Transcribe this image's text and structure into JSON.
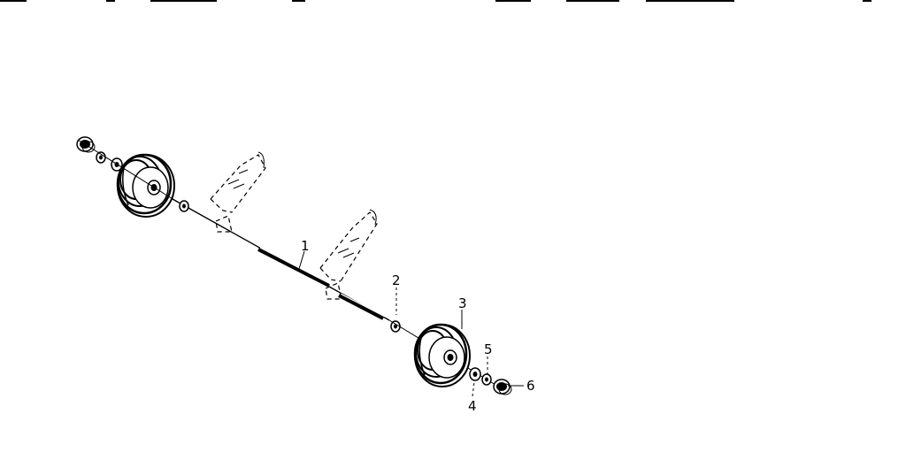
{
  "diagram": {
    "callouts": [
      {
        "id": "1",
        "part": "axle"
      },
      {
        "id": "2",
        "part": "washer"
      },
      {
        "id": "3",
        "part": "wheel"
      },
      {
        "id": "4",
        "part": "washer"
      },
      {
        "id": "5",
        "part": "washer"
      },
      {
        "id": "6",
        "part": "hub-cap-nut"
      }
    ]
  }
}
